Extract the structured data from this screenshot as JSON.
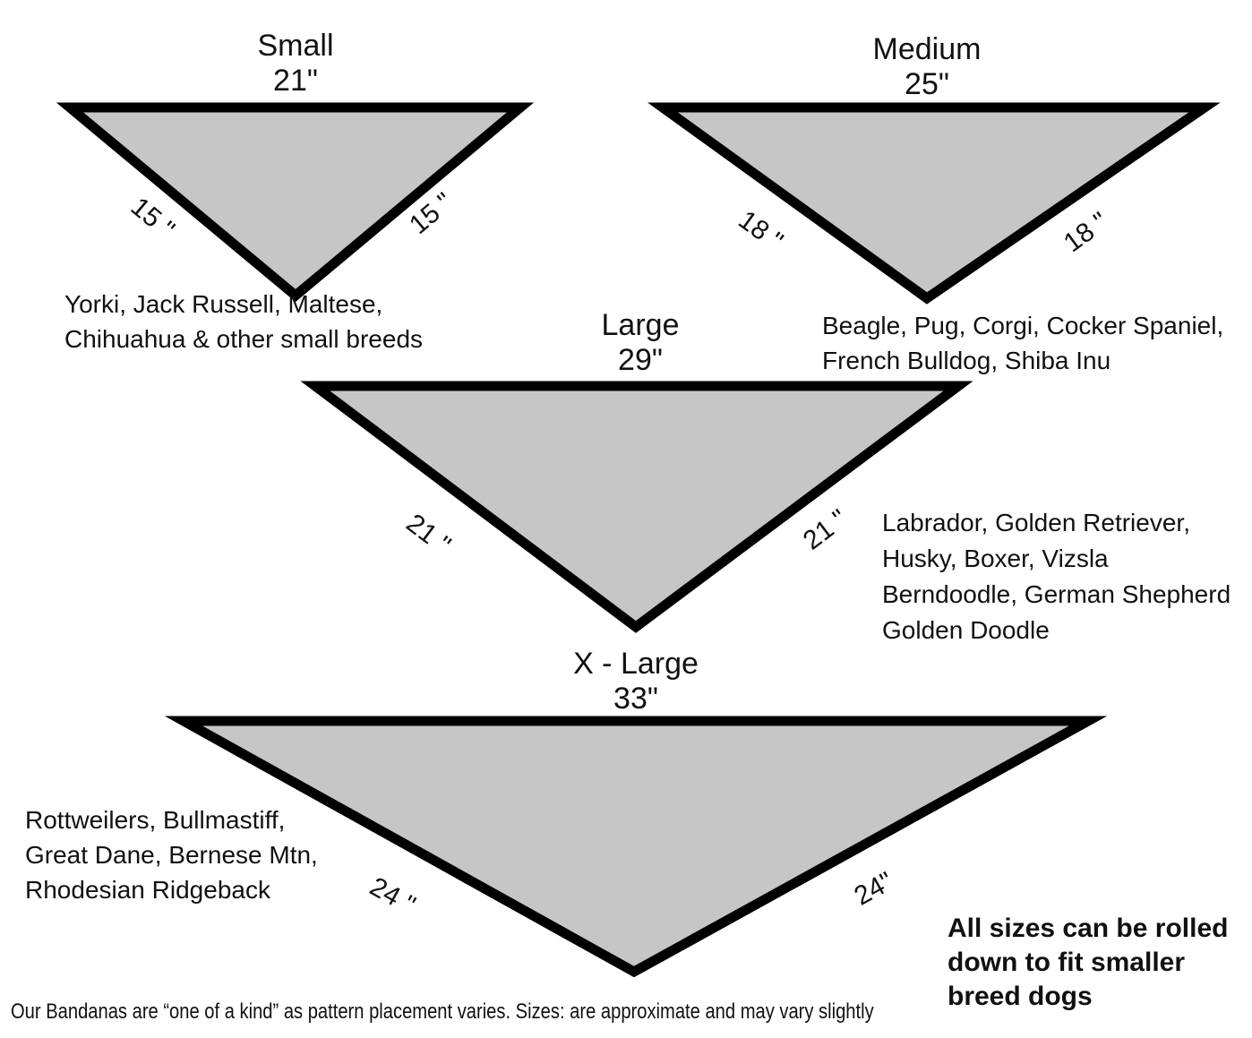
{
  "colors": {
    "triangle_fill": "#c6c6c6",
    "triangle_border": "#000000",
    "text": "#111111"
  },
  "sizes": [
    {
      "name": "Small",
      "neck_measure": "21\"",
      "left_side_measure": "15 \"",
      "right_side_measure": "15 \"",
      "breeds": [
        "Yorki, Jack Russell, Maltese,",
        "Chihuahua & other small breeds"
      ]
    },
    {
      "name": "Medium",
      "neck_measure": "25\"",
      "left_side_measure": "18 \"",
      "right_side_measure": "18 \"",
      "breeds": [
        "Beagle, Pug, Corgi, Cocker Spaniel,",
        "French Bulldog, Shiba Inu"
      ]
    },
    {
      "name": "Large",
      "neck_measure": "29\"",
      "left_side_measure": "21 \"",
      "right_side_measure": "21 \"",
      "breeds": [
        "Labrador, Golden Retriever,",
        "Husky, Boxer, Vizsla",
        "Berndoodle, German Shepherd",
        "Golden Doodle"
      ]
    },
    {
      "name": "X - Large",
      "neck_measure": "33\"",
      "left_side_measure": "24 \"",
      "right_side_measure": "24\"",
      "breeds": [
        "Rottweilers, Bullmastiff,",
        "Great Dane, Bernese Mtn,",
        "Rhodesian Ridgeback"
      ]
    }
  ],
  "note": {
    "lines": [
      "All sizes can be rolled",
      "down to fit smaller",
      "breed dogs"
    ]
  },
  "footnote": "Our Bandanas are “one of a kind” as pattern placement varies. Sizes: are approximate and may vary slightly"
}
